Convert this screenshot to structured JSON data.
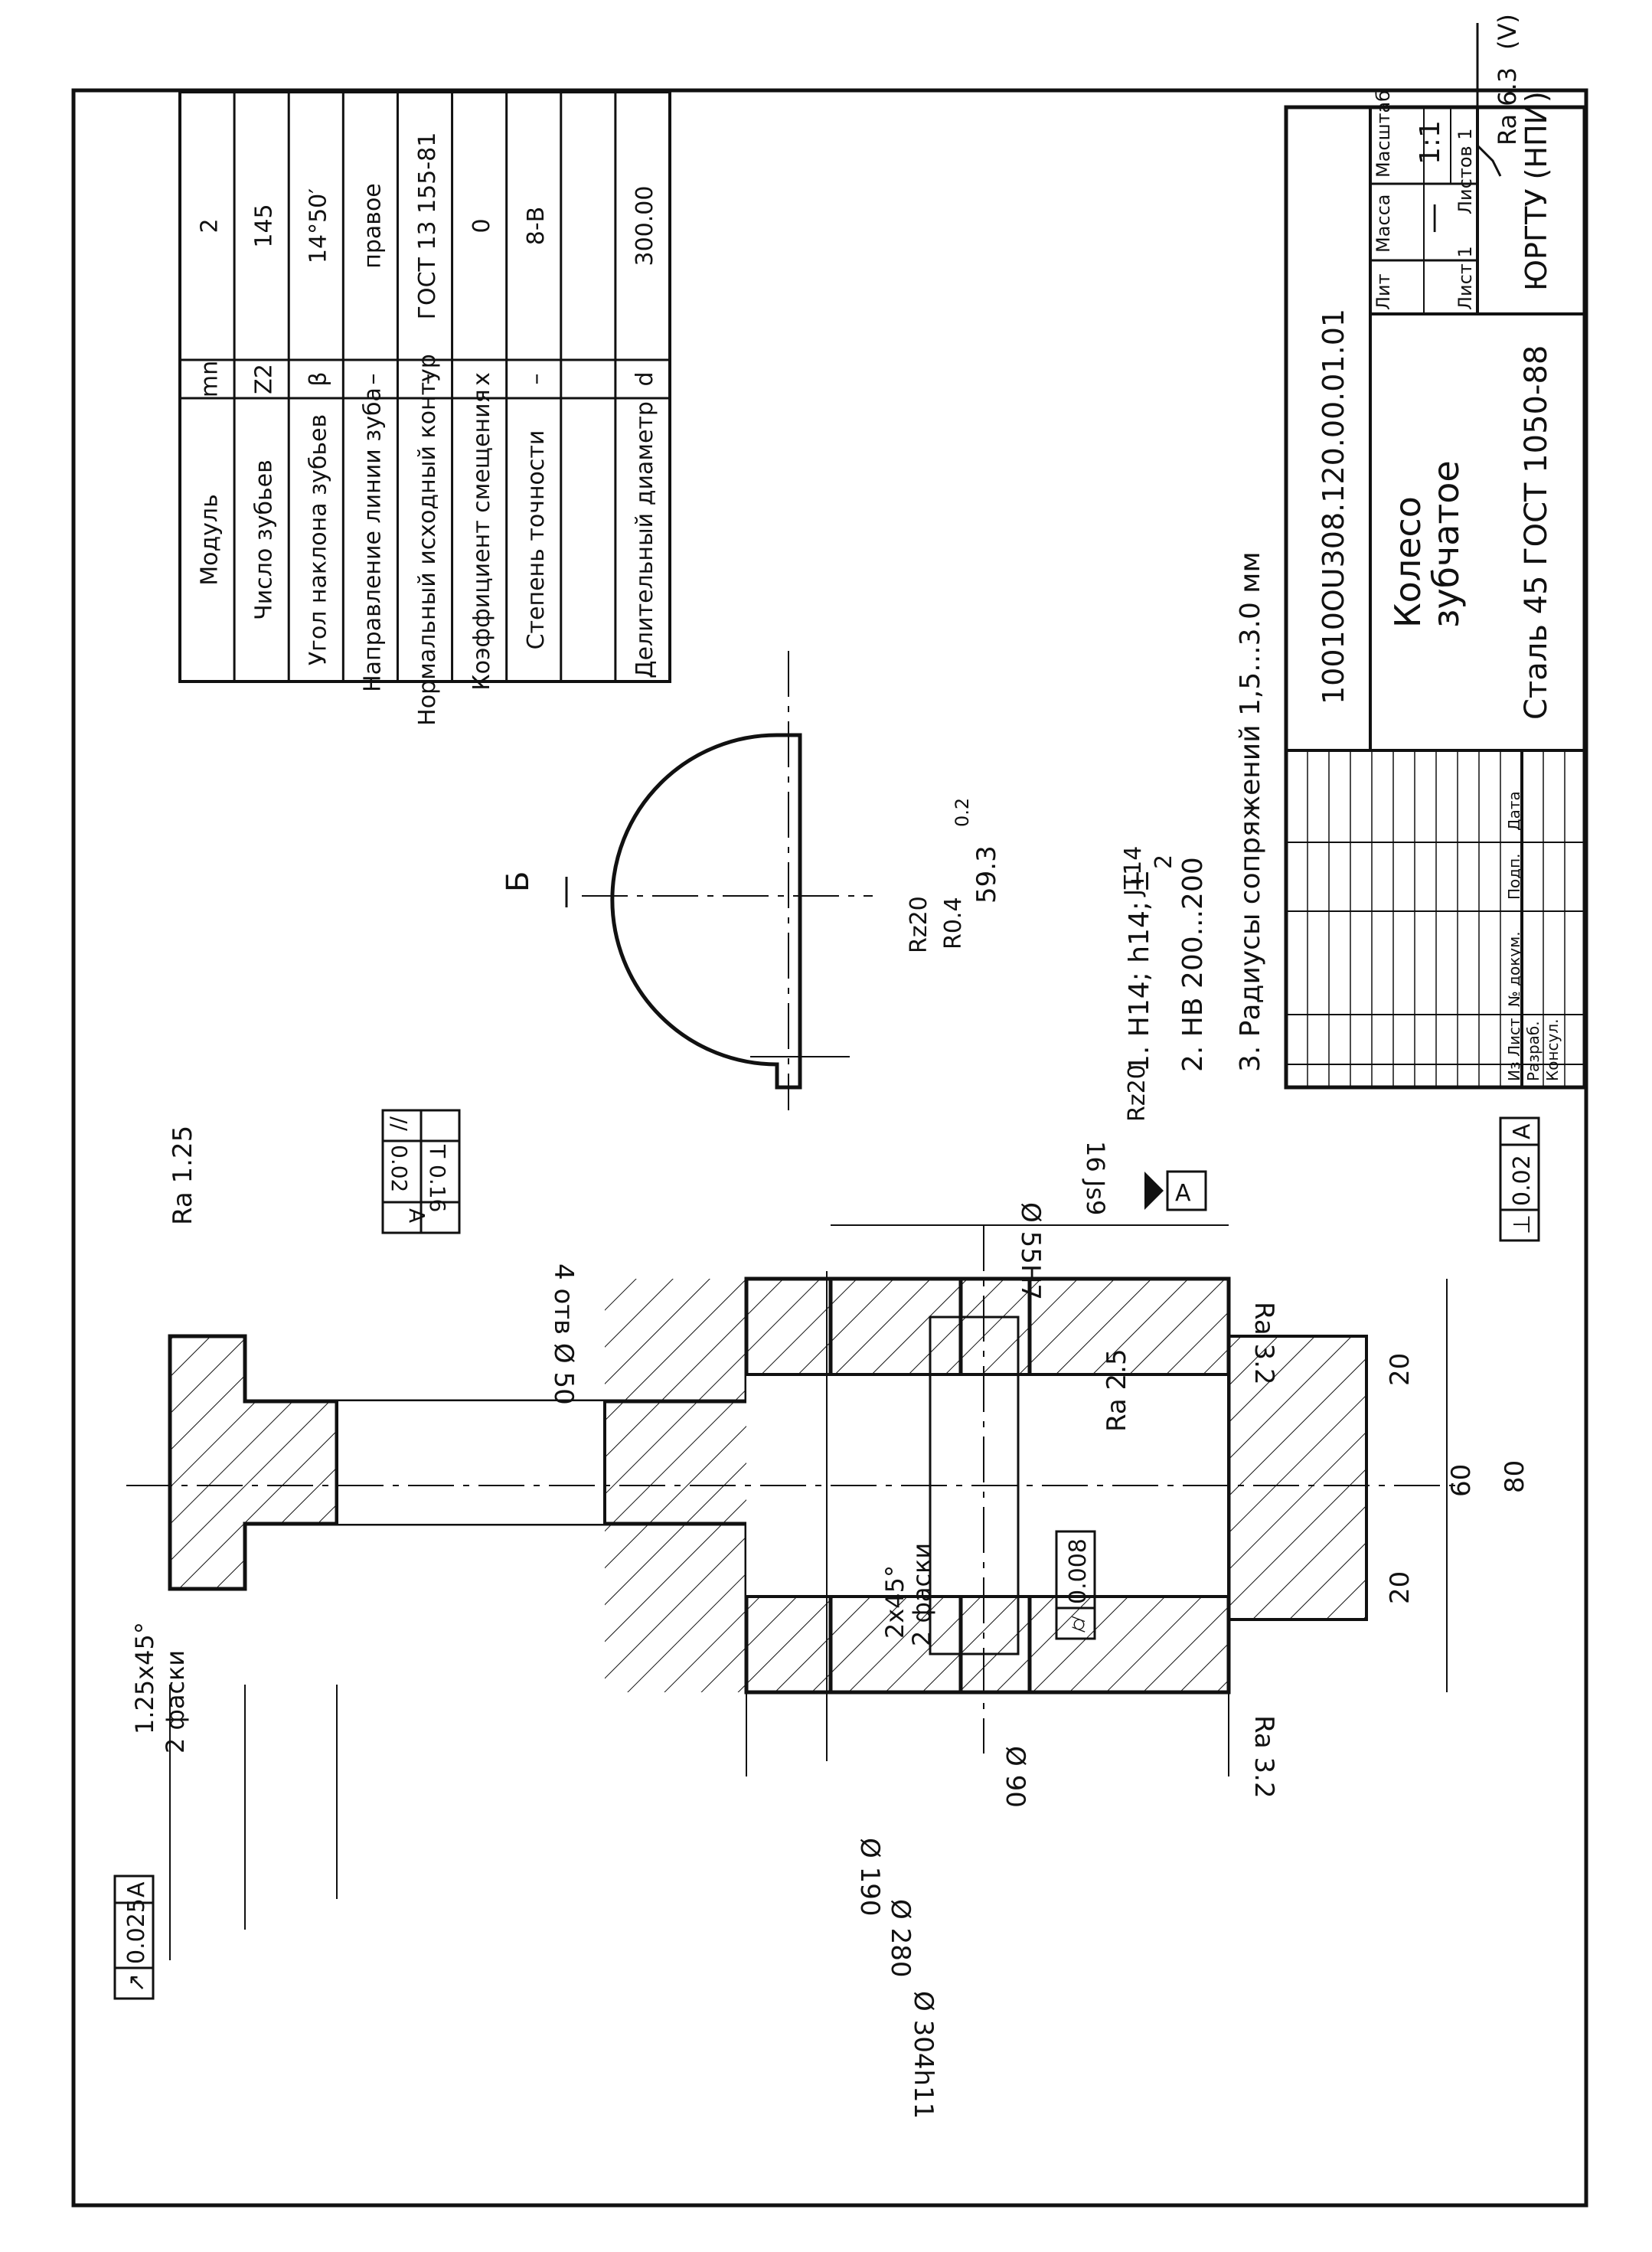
{
  "roughness": {
    "general": "Ra 6.3",
    "general_suffix": "(V)",
    "rim": "Ra 1.25",
    "bore": "Ra 2.5",
    "hub_face_right": "Ra 3.2",
    "hub_face_left": "Ra 3.2",
    "keyway_side": "Rz20",
    "keyway_bottom": "Rz20"
  },
  "gear_params": [
    {
      "name": "Модуль",
      "symbol": "mn",
      "value": "2"
    },
    {
      "name": "Число зубьев",
      "symbol": "Z2",
      "value": "145"
    },
    {
      "name": "Угол наклона зубьев",
      "symbol": "β",
      "value": "14°50′"
    },
    {
      "name": "Направление линии зуба",
      "symbol": "–",
      "value": "правое"
    },
    {
      "name": "Нормальный исходный контур",
      "symbol": "–",
      "value": "ГОСТ 13 155-81"
    },
    {
      "name": "Коэффициент смещения",
      "symbol": "x",
      "value": "0"
    },
    {
      "name": "Степень точности",
      "symbol": "–",
      "value": "8-В"
    },
    {
      "name": "",
      "symbol": "",
      "value": ""
    },
    {
      "name": "Делительный диаметр",
      "symbol": "d",
      "value": "300.00"
    }
  ],
  "dimensions": {
    "d_outer": "Ø 304h11",
    "d_280": "Ø 280",
    "d_190": "Ø 190",
    "d_hub": "Ø 90",
    "d_bore": "Ø 55H7",
    "holes": "4 отв Ø 50",
    "hub_len": "80",
    "rim_width": "60",
    "hub_left": "20",
    "hub_right": "20",
    "chamfer_rim": "1.25x45°",
    "chamfer_rim_note": "2 фаски",
    "chamfer_bore": "2x45°",
    "chamfer_bore_note": "2 фаски",
    "key_width": "16 Js9",
    "key_depth": "59.3",
    "key_depth_tol": "0.2",
    "key_radius": "R0.4"
  },
  "tolerances": {
    "runout_rim": {
      "symbol": "↗",
      "value": "0.025",
      "base": "A"
    },
    "bore_cyl": {
      "symbol": "⌭",
      "value": "0.008"
    },
    "perp": {
      "symbol": "⊥",
      "value": "0.02",
      "base": "A"
    },
    "key_sym": {
      "symbol": "⌯",
      "value": "0.16",
      "sym_label": "T 0.16"
    },
    "key_par": {
      "symbol": "//",
      "value": "0.02",
      "base": "A"
    },
    "datum": "A"
  },
  "section_label": "Б",
  "notes": [
    "1. H14; h14; ±",
    "2. НВ 200...200",
    "3. Радиусы сопряжений 1,5...3.0 мм"
  ],
  "note1_frac_top": "JT14",
  "note1_frac_bot": "2",
  "title_block": {
    "doc_number": "10010ОU308.120.00.01.01",
    "part_name_1": "Колесо",
    "part_name_2": "зубчатое",
    "material": "Сталь 45 ГОСТ 1050-88",
    "org": "ЮРГТУ (НПИ)",
    "lit_label": "Лит",
    "mass_label": "Масса",
    "scale_label": "Масштаб",
    "mass_value": "—",
    "scale_value": "1:1",
    "sheet_label": "Лист 1",
    "sheets_label": "Листов 1",
    "col_iz": "Из",
    "col_list": "Лист",
    "col_doc": "№ докум.",
    "col_sign": "Подп.",
    "col_date": "Дата",
    "row_razrab": "Разраб.",
    "row_konsul": "Консул."
  }
}
